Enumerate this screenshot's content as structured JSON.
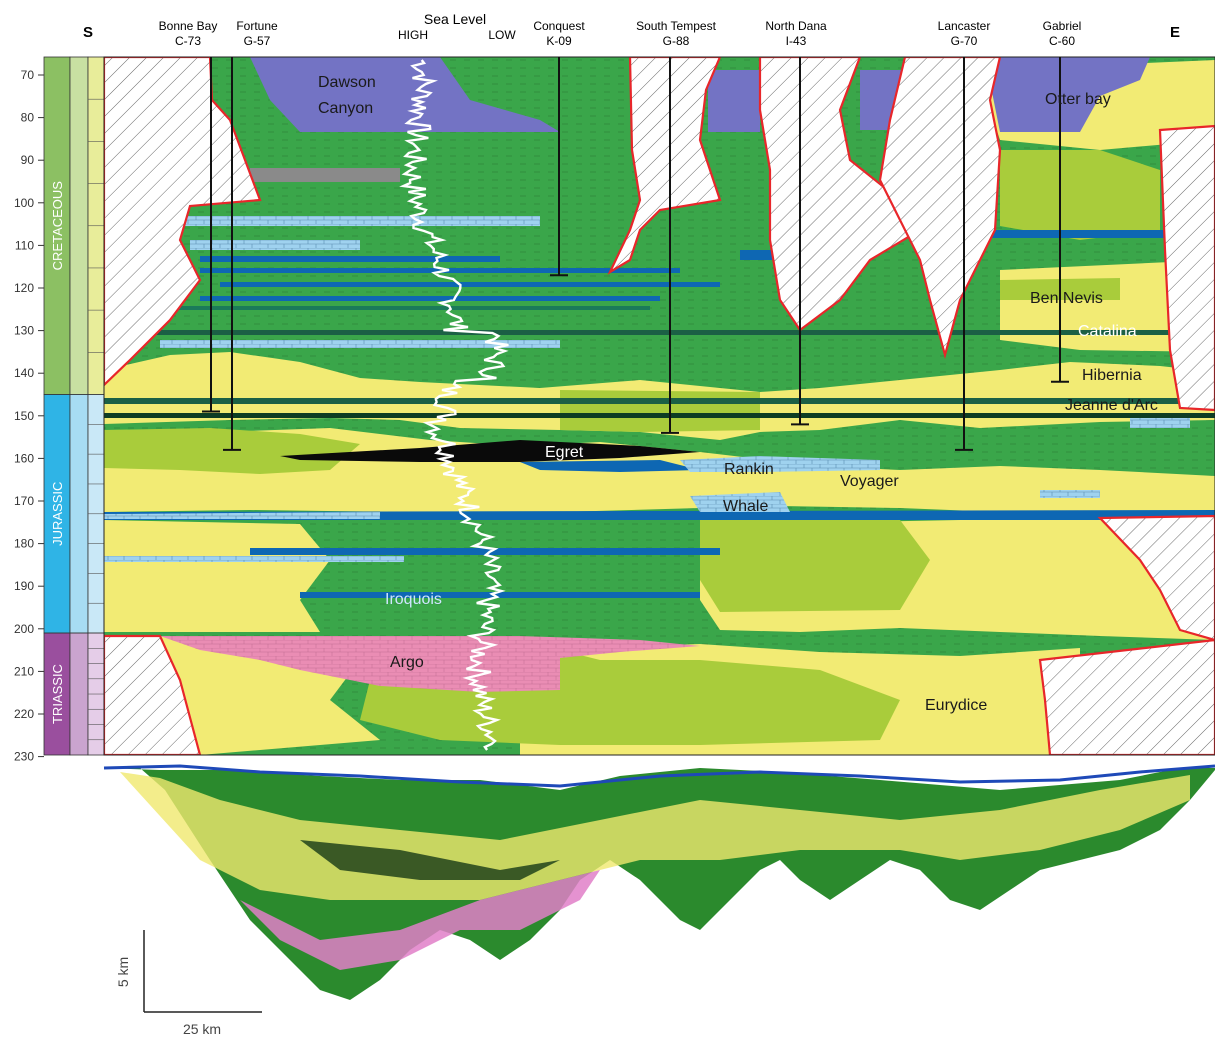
{
  "direction": {
    "left": "S",
    "right": "E"
  },
  "sea_level": {
    "title": "Sea Level",
    "high": "HIGH",
    "low": "LOW"
  },
  "wells": [
    {
      "name": "Bonne Bay",
      "id": "C-73",
      "depth": 149
    },
    {
      "name": "Fortune",
      "id": "G-57",
      "depth": 158
    },
    {
      "name": "Conquest",
      "id": "K-09",
      "depth": 117
    },
    {
      "name": "South Tempest",
      "id": "G-88",
      "depth": 154
    },
    {
      "name": "North Dana",
      "id": "I-43",
      "depth": 152
    },
    {
      "name": "Lancaster",
      "id": "G-70",
      "depth": 158
    },
    {
      "name": "Gabriel",
      "id": "C-60",
      "depth": 142
    }
  ],
  "time_axis": {
    "ticks": [
      "70",
      "80",
      "90",
      "100",
      "110",
      "120",
      "130",
      "140",
      "150",
      "160",
      "170",
      "180",
      "190",
      "200",
      "210",
      "220",
      "230"
    ],
    "min": 65,
    "max": 230
  },
  "periods": [
    {
      "name": "CRETACEOUS",
      "from": 65,
      "to": 145,
      "color": "#8cc063",
      "light": "#c8e0a2"
    },
    {
      "name": "JURASSIC",
      "from": 145,
      "to": 201,
      "color": "#2fb4e6",
      "light": "#a7dcf3"
    },
    {
      "name": "TRIASSIC",
      "from": 201,
      "to": 230,
      "color": "#9a4f9e",
      "light": "#caa4cf"
    }
  ],
  "formations": [
    {
      "name": "Dawson",
      "color": "#1a1a1a"
    },
    {
      "name": "Canyon",
      "color": "#1a1a1a"
    },
    {
      "name": "Otter bay",
      "color": "#1a1a1a"
    },
    {
      "name": "Ben Nevis",
      "color": "#1a1a1a"
    },
    {
      "name": "Catalina",
      "color": "#ffffff"
    },
    {
      "name": "Hibernia",
      "color": "#1a1a1a"
    },
    {
      "name": "Jeanne d'Arc",
      "color": "#1a1a1a"
    },
    {
      "name": "Egret",
      "color": "#ffffff"
    },
    {
      "name": "Rankin",
      "color": "#1a1a1a"
    },
    {
      "name": "Voyager",
      "color": "#1a1a1a"
    },
    {
      "name": "Whale",
      "color": "#1a1a1a"
    },
    {
      "name": "Iroquois",
      "color": "#cfe6ff"
    },
    {
      "name": "Argo",
      "color": "#1a1a1a"
    },
    {
      "name": "Eurydice",
      "color": "#1a1a1a"
    }
  ],
  "scale": {
    "vertical": "5 km",
    "horizontal": "25 km"
  },
  "colors": {
    "shale": "#3aa64a",
    "sand": "#f2eb74",
    "silt": "#a9cc3b",
    "lime": "#9fd2ef",
    "deep": "#0e67b3",
    "volcanic": "#7373c4",
    "salt": "#e98ab2",
    "unconformity": "#e8262a"
  }
}
